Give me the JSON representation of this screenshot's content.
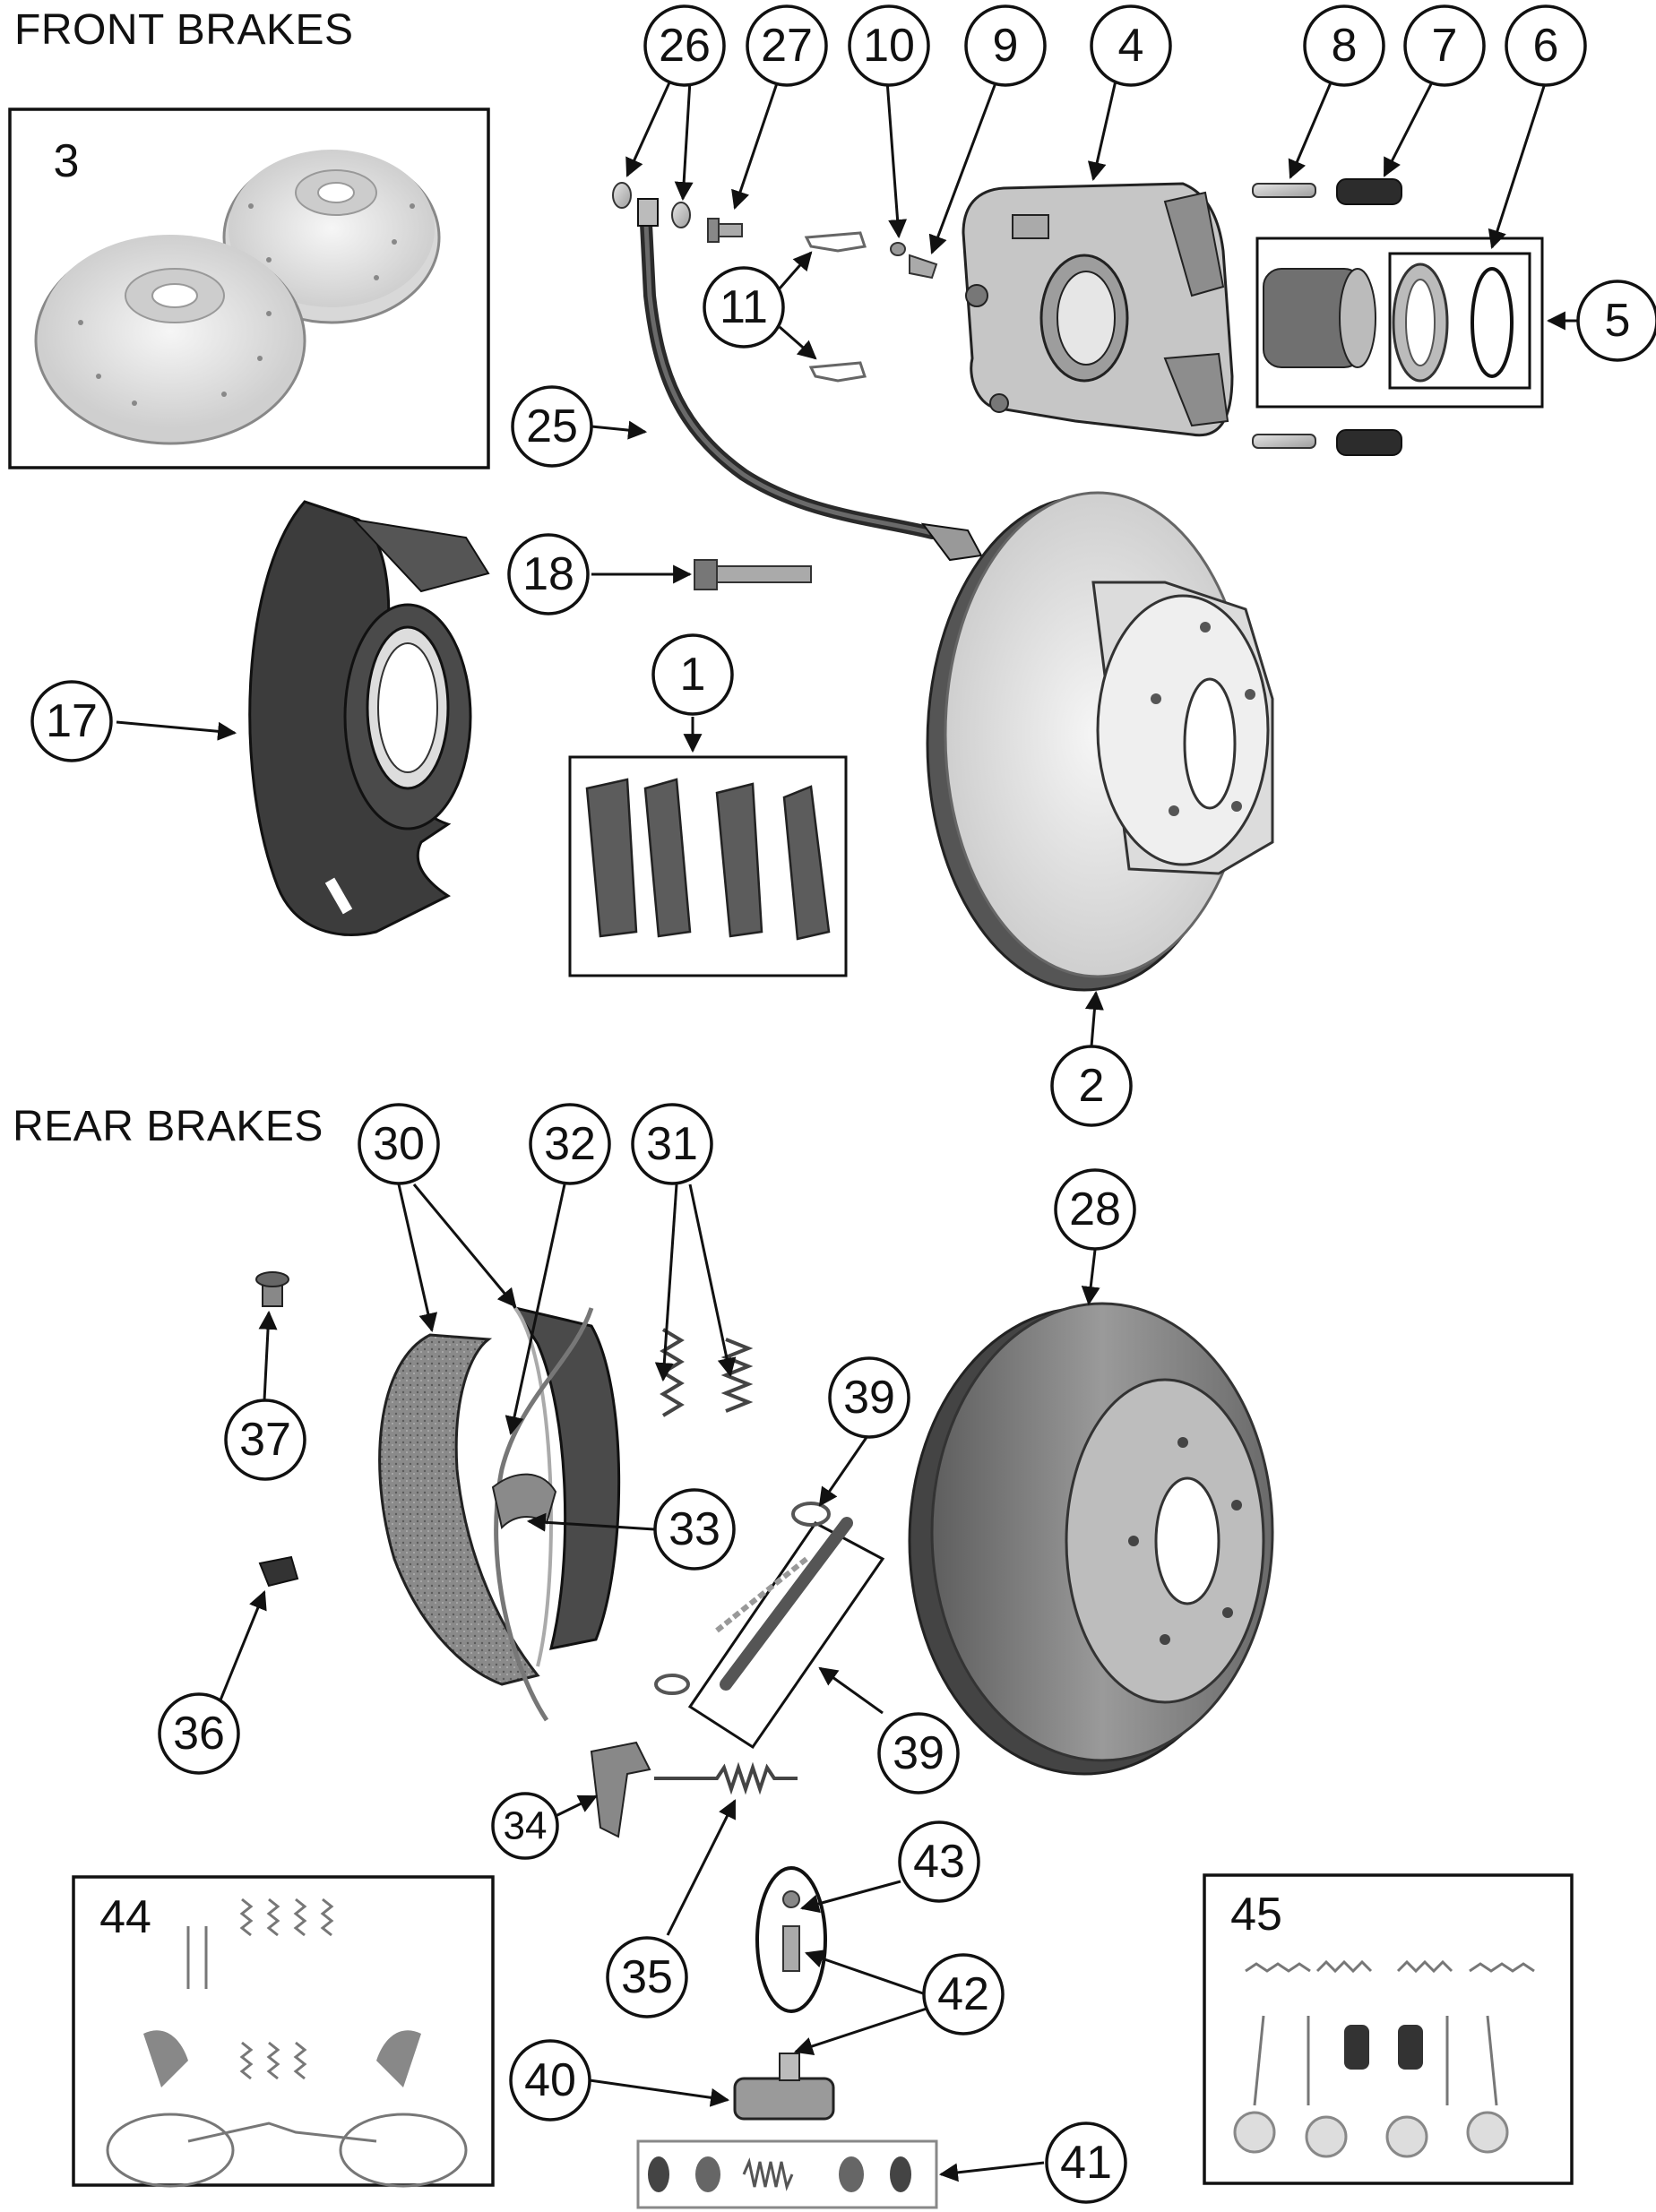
{
  "sections": {
    "front": {
      "title": "FRONT BRAKES"
    },
    "rear": {
      "title": "REAR BRAKES"
    }
  },
  "callouts": [
    "1",
    "2",
    "3",
    "4",
    "5",
    "6",
    "7",
    "8",
    "9",
    "10",
    "11",
    "17",
    "18",
    "25",
    "26",
    "27",
    "28",
    "30",
    "31",
    "32",
    "33",
    "34",
    "35",
    "36",
    "37",
    "39",
    "40",
    "41",
    "42",
    "43",
    "44",
    "45"
  ],
  "colors": {
    "line": "#111111",
    "rotor_face": "#e9e9e9",
    "rotor_edge": "#9a9a9a",
    "caliper": "#bdbdbd",
    "shield": "#3c3c3c",
    "lining": "#777777",
    "drum": "#8a8a8a"
  }
}
